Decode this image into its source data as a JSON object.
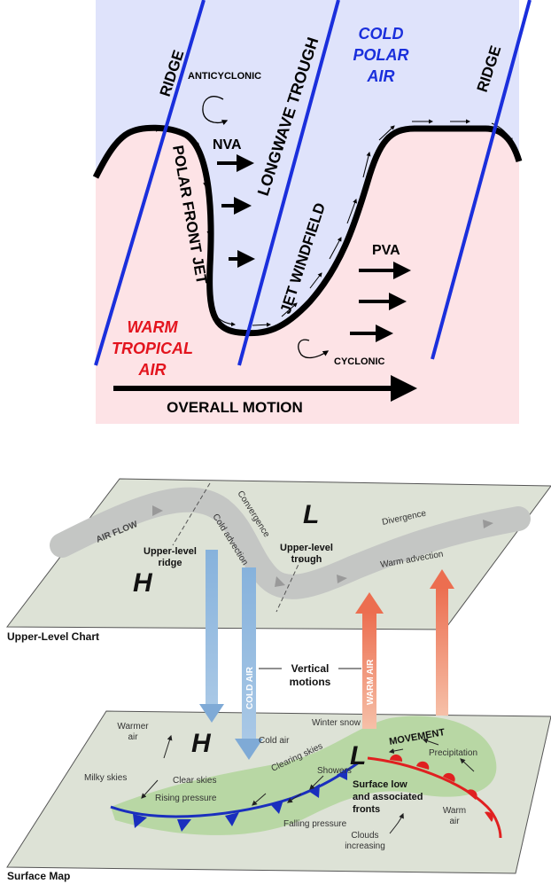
{
  "top": {
    "ridge_left": "RIDGE",
    "ridge_right": "RIDGE",
    "anticyclonic": "ANTICYCLONIC",
    "longwave_trough": "LONGWAVE TROUGH",
    "cold_l1": "COLD",
    "cold_l2": "POLAR",
    "cold_l3": "AIR",
    "nva": "NVA",
    "polar_front_jet": "POLAR FRONT JET",
    "jet_windfield": "JET WINDFIELD",
    "pva": "PVA",
    "warm_l1": "WARM",
    "warm_l2": "TROPICAL",
    "warm_l3": "AIR",
    "cyclonic": "CYCLONIC",
    "overall_motion": "OVERALL MOTION",
    "colors": {
      "cold_bg": "#dfe3fb",
      "warm_bg": "#fde3e6",
      "blue": "#1a2fdc",
      "red": "#e3141e"
    }
  },
  "bottom": {
    "air_flow": "AIR FLOW",
    "convergence": "Convergence",
    "cold_advection": "Cold advection",
    "L_upper": "L",
    "divergence": "Divergence",
    "upper_ridge_l1": "Upper-level",
    "upper_ridge_l2": "ridge",
    "upper_trough_l1": "Upper-level",
    "upper_trough_l2": "trough",
    "warm_advection": "Warm advection",
    "H_upper": "H",
    "upper_chart": "Upper-Level Chart",
    "cold_air_arrow": "COLD AIR",
    "warm_air_arrow": "WARM AIR",
    "vertical_l1": "Vertical",
    "vertical_l2": "motions",
    "warmer_l1": "Warmer",
    "warmer_l2": "air",
    "H_surface": "H",
    "cold_air": "Cold air",
    "winter_snow": "Winter snow",
    "movement": "MOVEMENT",
    "L_surface": "L",
    "precipitation": "Precipitation",
    "milky_skies": "Milky skies",
    "clear_skies": "Clear skies",
    "clearing_skies": "Clearing skies",
    "showers": "Showers",
    "rising_pressure": "Rising pressure",
    "surface_low_l1": "Surface low",
    "surface_low_l2": "and associated",
    "surface_low_l3": "fronts",
    "warm_air_l1": "Warm",
    "warm_air_l2": "air",
    "falling_pressure": "Falling pressure",
    "clouds_l1": "Clouds",
    "clouds_l2": "increasing",
    "surface_map": "Surface Map",
    "colors": {
      "plane": "#dde2d6",
      "band": "#c4c6c4",
      "green": "#b8d7a4",
      "cold_arrow": "#8fb5dc",
      "warm_arrow": "#ee7a5c"
    }
  }
}
